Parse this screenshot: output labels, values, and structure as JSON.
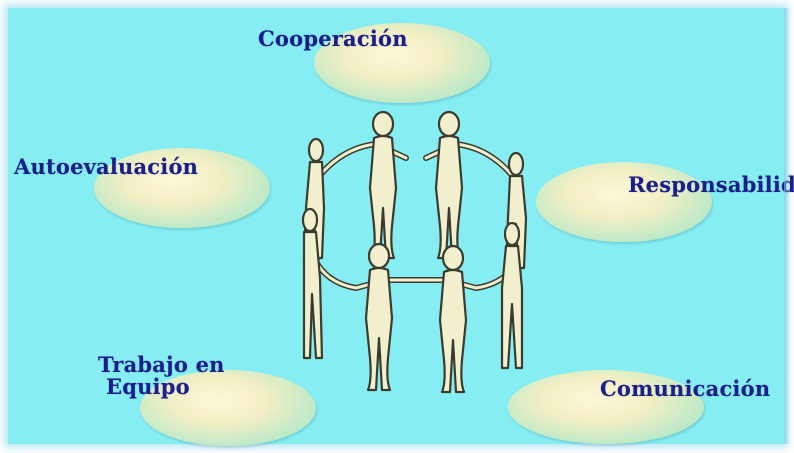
{
  "concepts": {
    "cooperacion": "Cooperación",
    "autoevaluacion": "Autoevaluación",
    "responsabilidad": "Responsabilidad",
    "trabajo_line1": "Trabajo en",
    "trabajo_line2": "Equipo",
    "comunicacion": "Comunicación"
  },
  "illustration": "people-circle-icon",
  "colors": {
    "background": "#86eef2",
    "label_text": "#1a1f8c",
    "oval_center": "#fdf7d9",
    "oval_edge": "#7ed9dc",
    "figure_fill": "#f2efcf"
  }
}
